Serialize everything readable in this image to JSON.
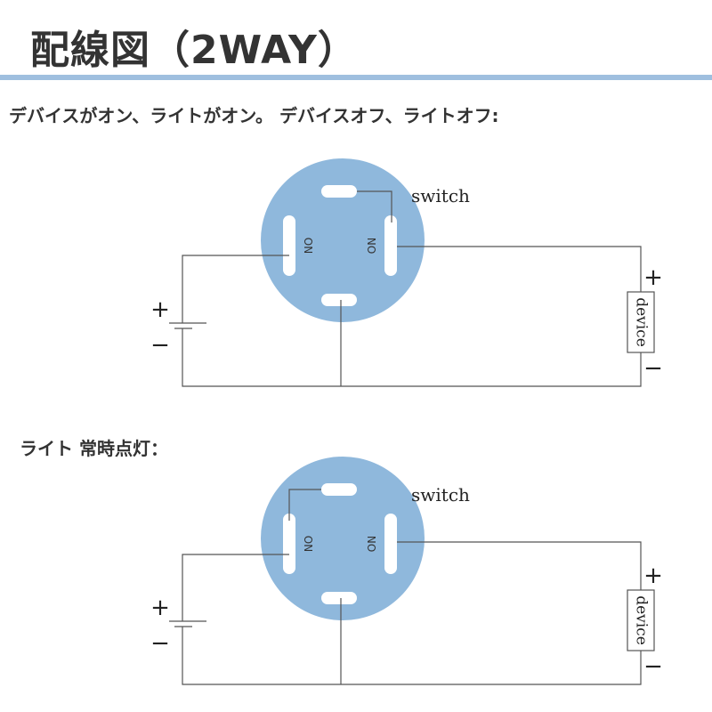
{
  "title": "配線図（2WAY）",
  "colors": {
    "accent": "#9fbfdf",
    "switch_face": "#8fb8dc",
    "wire": "#555555"
  },
  "diagrams": [
    {
      "caption": "デバイスがオン、ライトがオン。 デバイスオフ、ライトオフ:",
      "switch_label": "switch",
      "on_left": "ON",
      "on_right": "ON",
      "device_label": "device",
      "device_plus": "+",
      "device_minus": "−",
      "battery_plus": "+",
      "battery_minus": "−"
    },
    {
      "caption": "ライト 常時点灯：",
      "switch_label": "switch",
      "on_left": "ON",
      "on_right": "ON",
      "device_label": "device",
      "device_plus": "+",
      "device_minus": "−",
      "battery_plus": "+",
      "battery_minus": "−"
    }
  ]
}
